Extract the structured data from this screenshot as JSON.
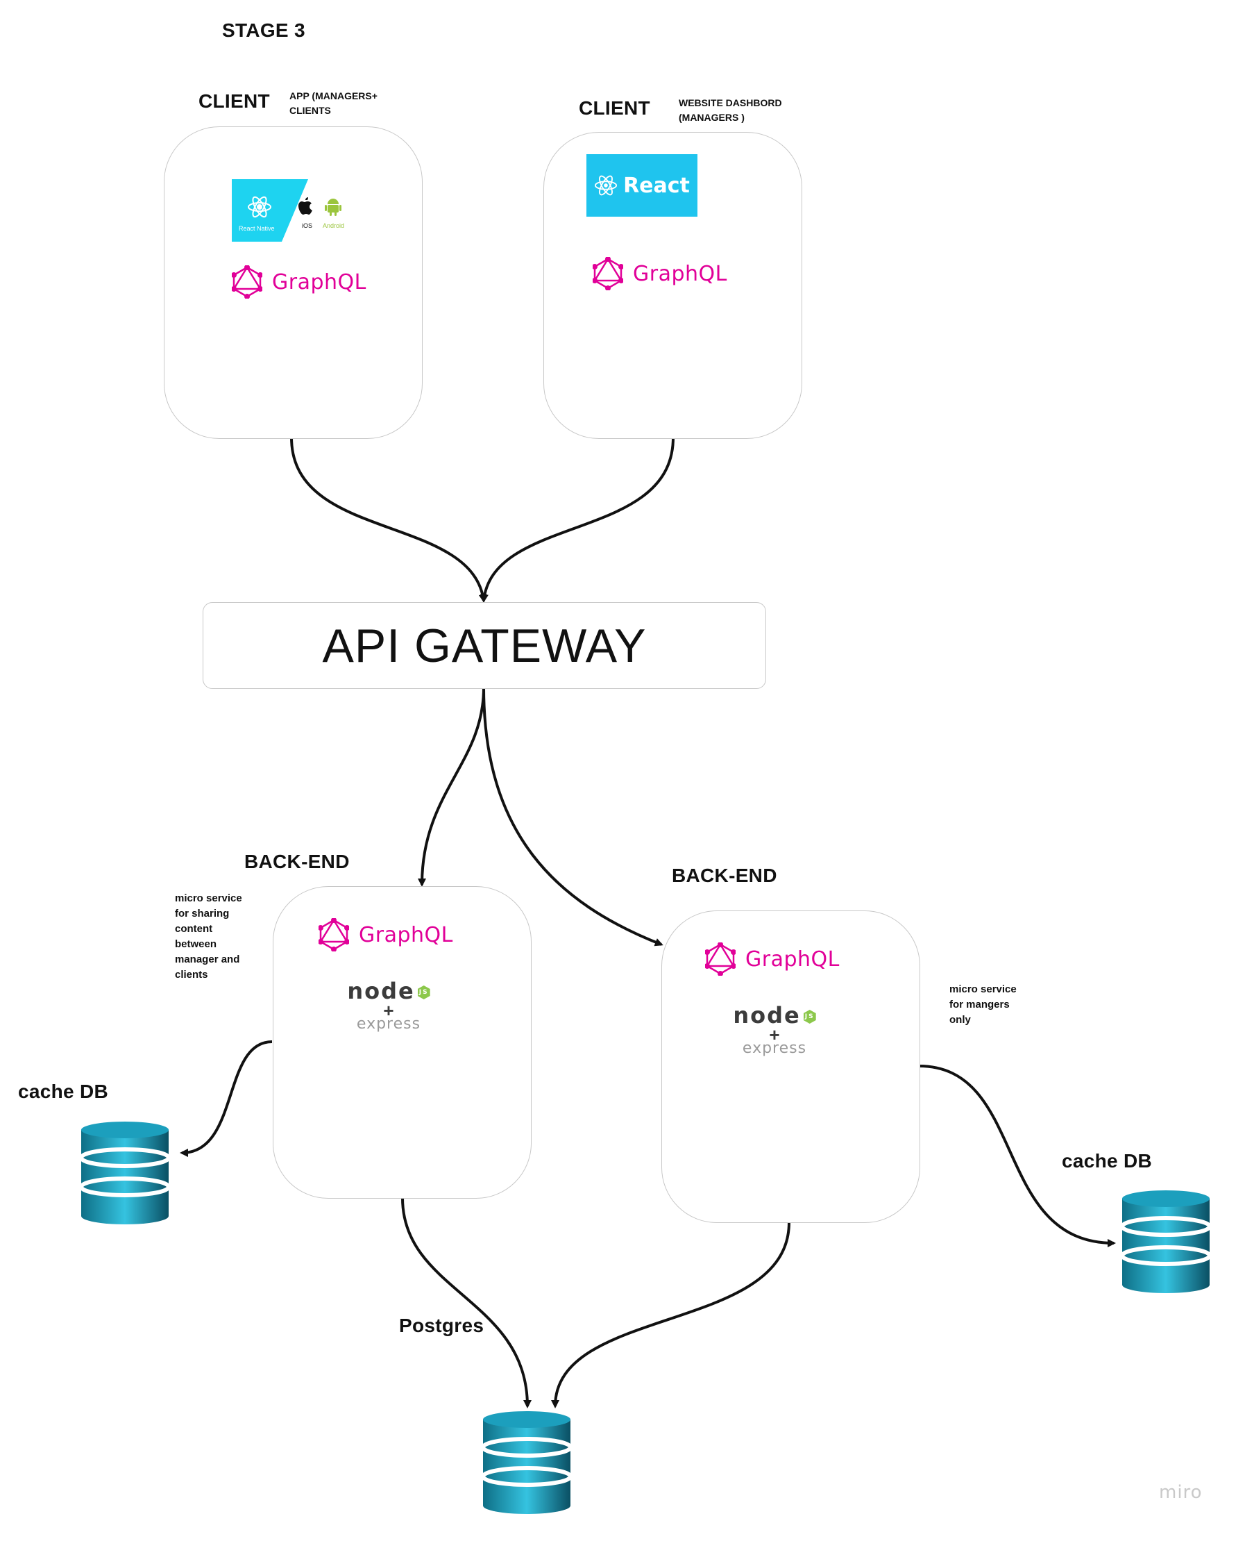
{
  "stage_title": "STAGE 3",
  "clients": [
    {
      "heading": "CLIENT",
      "note_line1": "APP (MANAGERS+",
      "note_line2": "CLIENTS",
      "platform_ios": "iOS",
      "platform_android": "Android",
      "rn_label": "React Native",
      "graphql": "GraphQL"
    },
    {
      "heading": "CLIENT",
      "note_line1": "WEBSITE DASHBORD",
      "note_line2": "(MANAGERS )",
      "react_label": "React",
      "graphql": "GraphQL"
    }
  ],
  "gateway": {
    "label": "API GATEWAY"
  },
  "backends": [
    {
      "heading": "BACK-END",
      "note": [
        "micro service",
        "for sharing",
        "content",
        "between",
        "manager and",
        "clients"
      ],
      "graphql": "GraphQL",
      "node_word": "node",
      "node_js": "JS",
      "express": "express"
    },
    {
      "heading": "BACK-END",
      "note": [
        "micro service",
        "for mangers",
        "only"
      ],
      "graphql": "GraphQL",
      "node_word": "node",
      "node_js": "JS",
      "express": "express"
    }
  ],
  "databases": {
    "cache_left": "cache DB",
    "cache_right": "cache DB",
    "postgres": "Postgres"
  },
  "watermark": "miro",
  "colors": {
    "graphql": "#e10098",
    "react": "#1fc4ee",
    "node_green": "#8cc84b",
    "db_teal": "#1aa7c4"
  }
}
